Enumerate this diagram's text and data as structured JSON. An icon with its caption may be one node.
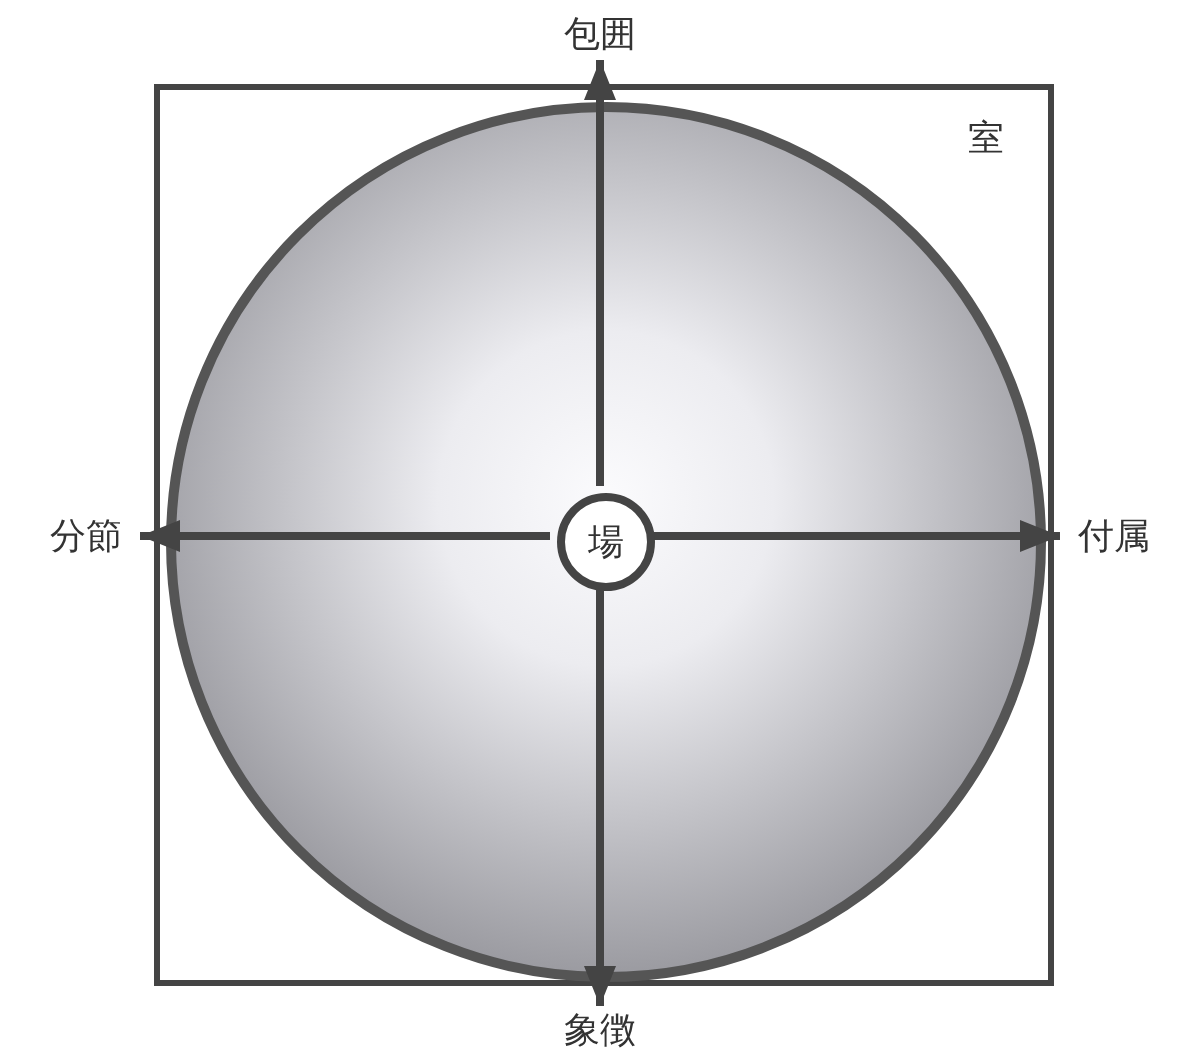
{
  "diagram": {
    "nodes": [
      {
        "text": [
          "包囲"
        ]
      },
      {
        "text": [
          "室"
        ]
      },
      {
        "text": [],
        "shape": "circle",
        "in": 1
      },
      {
        "text": [
          "分節"
        ]
      },
      {
        "text": [
          "場"
        ],
        "in": 2
      },
      {
        "text": [
          "付属"
        ]
      },
      {
        "text": [
          "象徴"
        ]
      }
    ],
    "edges": [
      {
        "from": 4,
        "to": 0,
        "arrow": "to"
      },
      {
        "from": 4,
        "to": 3,
        "arrow": "to"
      },
      {
        "from": 4,
        "to": 5,
        "arrow": "to"
      },
      {
        "from": 4,
        "to": 6,
        "arrow": "to"
      }
    ]
  }
}
